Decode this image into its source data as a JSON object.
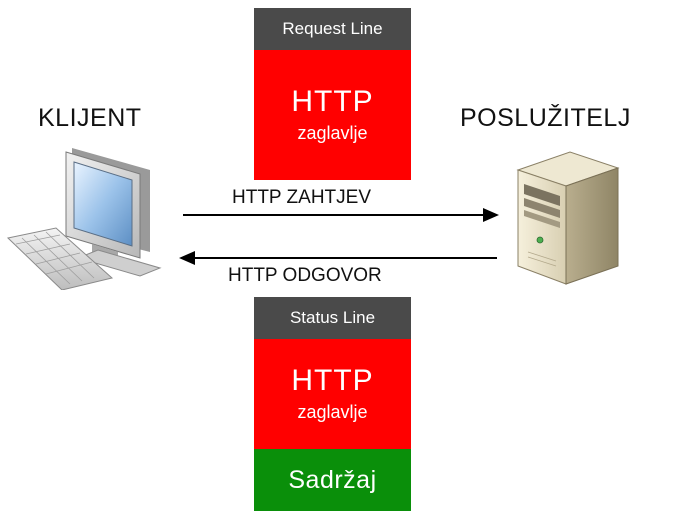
{
  "client": {
    "label": "KLIJENT",
    "icon": "desktop-computer-icon"
  },
  "server": {
    "label": "POSLUŽITELJ",
    "icon": "server-tower-icon"
  },
  "request": {
    "arrow_label": "HTTP ZAHTJEV",
    "line_label": "Request Line",
    "header_title": "HTTP",
    "header_subtitle": "zaglavlje"
  },
  "response": {
    "arrow_label": "HTTP ODGOVOR",
    "line_label": "Status Line",
    "header_title": "HTTP",
    "header_subtitle": "zaglavlje",
    "body_label": "Sadržaj"
  },
  "colors": {
    "line_segment": "#4a4a4a",
    "header_segment": "#ff0000",
    "body_segment": "#0a8f0a",
    "arrow": "#000000"
  }
}
